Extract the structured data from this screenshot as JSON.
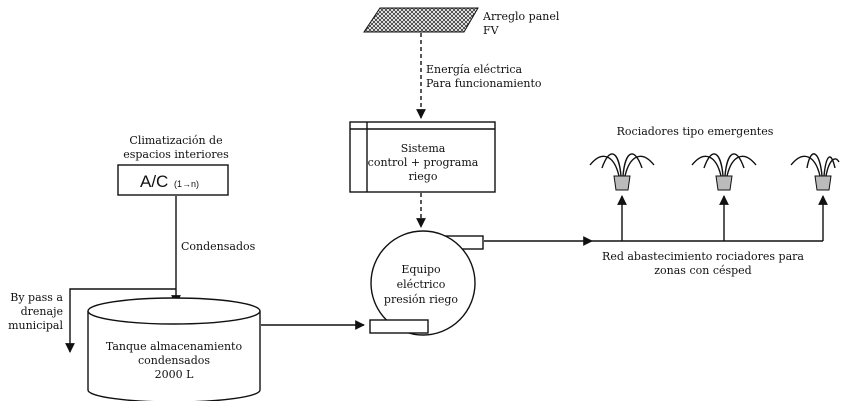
{
  "diagram": {
    "pv_panel": {
      "label_line1": "Arreglo panel",
      "label_line2": "FV"
    },
    "energy": {
      "line1": "Energía eléctrica",
      "line2": "Para funcionamiento"
    },
    "climate": {
      "line1": "Climatización de",
      "line2": "espacios interiores"
    },
    "ac": {
      "main": "A/C",
      "sub": "(1→n)"
    },
    "condensados": "Condensados",
    "bypass": {
      "line1": "By pass a",
      "line2": "drenaje",
      "line3": "municipal"
    },
    "tank": {
      "line1": "Tanque almacenamiento",
      "line2": "condensados",
      "line3": "2000 L"
    },
    "control": {
      "line1": "Sistema",
      "line2": "control + programa",
      "line3": "riego"
    },
    "pump": {
      "line1": "Equipo",
      "line2": "eléctrico",
      "line3": "presión riego"
    },
    "sprinklers": {
      "title": "Rociadores tipo emergentes"
    },
    "network": {
      "line1": "Red abastecimiento rociadores para",
      "line2": "zonas con césped"
    }
  }
}
